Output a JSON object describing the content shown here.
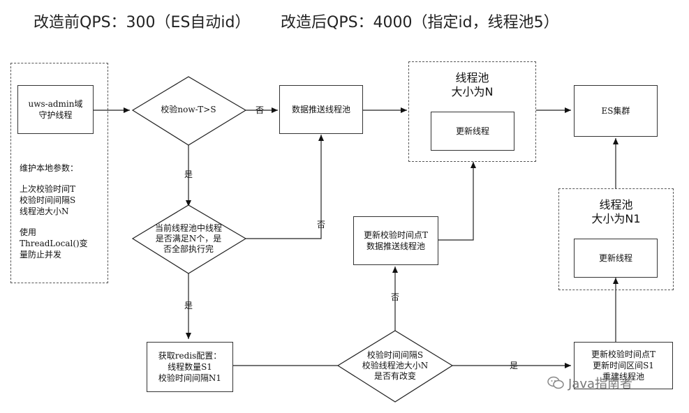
{
  "header": {
    "before": "改造前QPS：300（ES自动id）",
    "after": "改造后QPS：4000（指定id，线程池5）"
  },
  "left_panel": {
    "daemon": "uws-admin域\n守护线程",
    "params_title": "维护本地参数：",
    "params_lines": [
      "上次校验时间T",
      "校验时间间隔S",
      "线程池大小N"
    ],
    "threadlocal_lines": [
      "使用",
      "ThreadLocal()变",
      "量防止并发"
    ]
  },
  "nodes": {
    "check_now": "校验now-T>S",
    "push_pool": "数据推送线程池",
    "pool_n_title": "线程池\n大小为N",
    "update_thread_1": "更新线程",
    "es_cluster": "ES集群",
    "pool_check": "当前线程池中线程\n是否满足N个，是\n否全部执行完",
    "update_check_point": "更新校验时间点T\n数据推送线程池",
    "pool_n1_title": "线程池\n大小为N1",
    "update_thread_2": "更新线程",
    "get_redis": "获取redis配置：\n线程数量S1\n校验时间间隔N1",
    "changed_check": "校验时间间隔S\n校验线程池大小N\n是否有改变",
    "update_final": "更新校验时间点T\n更新时间区间S1\n重建线程池"
  },
  "edge_labels": {
    "no_1": "否",
    "yes_1": "是",
    "no_2": "否",
    "yes_2": "是",
    "no_3": "否",
    "yes_3": "是"
  },
  "watermark": {
    "text": "Java指南者"
  }
}
